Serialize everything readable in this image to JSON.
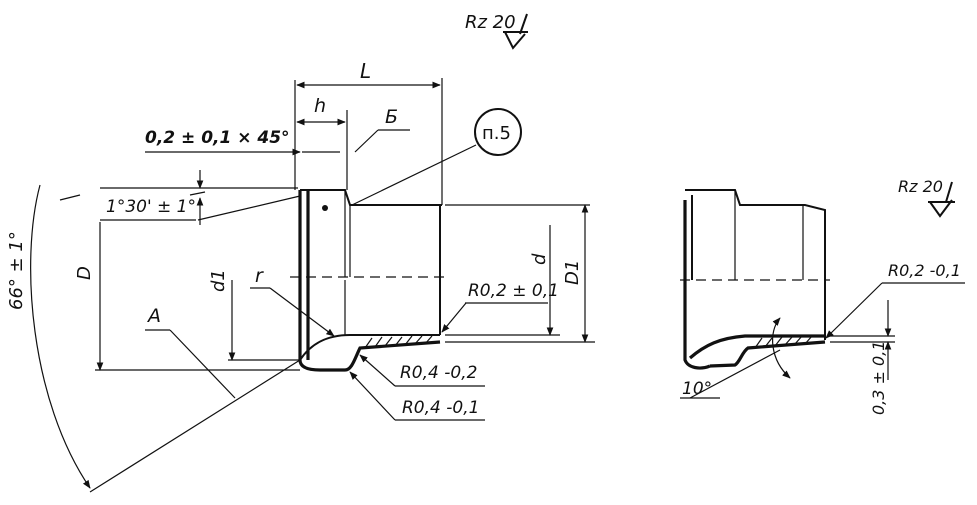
{
  "left_view": {
    "roughness_symbol_text": "Rz 20",
    "dim_L": "L",
    "dim_h": "h",
    "label_B": "Б",
    "note_ref": "п.5",
    "chamfer_note": "0,2 ± 0,1 × 45°",
    "taper_angle": "1°30' ± 1°",
    "angle_large": "66° ± 1°",
    "dim_D": "D",
    "dim_d1": "d1",
    "dim_r": "r",
    "dim_d": "d",
    "dim_D1": "D1",
    "label_A": "A",
    "radius_1": "R0,2 ± 0,1",
    "radius_2": "R0,4 -0,2",
    "radius_3": "R0,4 -0,1"
  },
  "right_view": {
    "roughness_symbol_text": "Rz 20",
    "radius": "R0,2 -0,1",
    "angle": "10°",
    "offset": "0,3 ± 0,1"
  }
}
